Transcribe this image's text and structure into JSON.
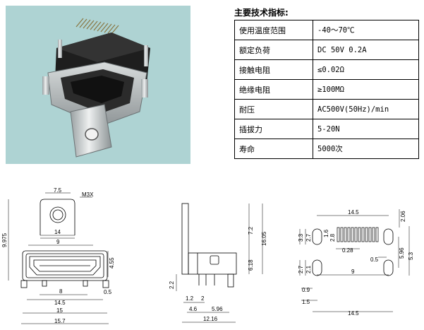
{
  "spec": {
    "title": "主要技术指标:",
    "rows": [
      {
        "label": "使用温度范围",
        "value": "-40～70℃"
      },
      {
        "label": "额定负荷",
        "value": "DC 50V 0.2A"
      },
      {
        "label": "接触电阻",
        "value": "≤0.02Ω"
      },
      {
        "label": "绝缘电阻",
        "value": "≥100MΩ"
      },
      {
        "label": "耐压",
        "value": "AC500V(50Hz)/min"
      },
      {
        "label": "插拔力",
        "value": "5-20N"
      },
      {
        "label": "寿命",
        "value": "5000次"
      }
    ]
  },
  "front_view": {
    "dims": {
      "d7_5": "7.5",
      "m3x": "M3X",
      "d9_975": "9.975",
      "d14": "14",
      "d9": "9",
      "d4_55": "4.55",
      "d8": "8",
      "d0_5": "0.5",
      "d14_5": "14.5",
      "d15": "15",
      "d15_7": "15.7"
    }
  },
  "side_view": {
    "dims": {
      "d7_2": "7.2",
      "d16_05": "16.05",
      "d6_18": "6.18",
      "d2_2": "2.2",
      "d1_2": "1.2",
      "d2": "2",
      "d4_6": "4.6",
      "d5_96": "5.96",
      "d12_16": "12.16"
    }
  },
  "footprint_view": {
    "dims": {
      "d14_5_top": "14.5",
      "d2_06": "2.06",
      "d3_3": "3.3",
      "d2_7a": "2.7",
      "d1_6": "1.6",
      "d2_8": "2.8",
      "d0_28": "0.28",
      "d0_5": "0.5",
      "d5_96": "5.96",
      "d5_3": "5.3",
      "d2_7b": "2.7",
      "d2_1": "2.1",
      "d9": "9",
      "d0_9": "0.9",
      "d1_5": "1.5",
      "d14_5_bot": "14.5"
    }
  }
}
